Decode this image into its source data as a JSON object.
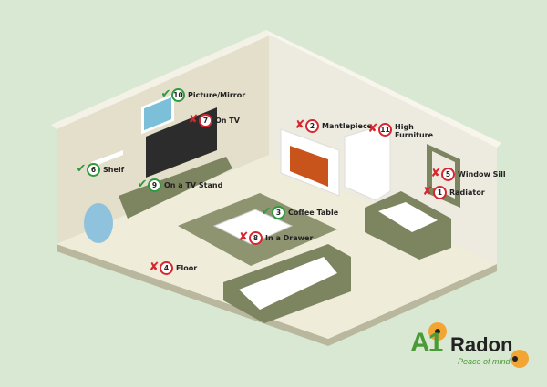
{
  "markers": [
    {
      "number": "10",
      "label": "Picture/Mirror",
      "status": "check"
    },
    {
      "number": "7",
      "label": "On TV",
      "status": "cross"
    },
    {
      "number": "2",
      "label": "Mantlepiece",
      "status": "cross"
    },
    {
      "number": "11",
      "label": "High Furniture",
      "status": "cross"
    },
    {
      "number": "5",
      "label": "Window Sill",
      "status": "cross"
    },
    {
      "number": "1",
      "label": "Radiator",
      "status": "cross"
    },
    {
      "number": "3",
      "label": "Coffee Table",
      "status": "check"
    },
    {
      "number": "8",
      "label": "In a Drawer",
      "status": "cross"
    },
    {
      "number": "4",
      "label": "Floor",
      "status": "cross"
    },
    {
      "number": "6",
      "label": "Shelf",
      "status": "check"
    },
    {
      "number": "9",
      "label": "On a TV Stand",
      "status": "check"
    }
  ],
  "symbols": {
    "check": "✔",
    "cross": "✘"
  },
  "logo": {
    "brand": "Radon",
    "prefix": "A1",
    "tagline": "Peace of mind"
  },
  "colors": {
    "check": "#2e9a3e",
    "cross": "#d7262e",
    "furniture": "#7d8460",
    "background": "#d9e8d2"
  }
}
